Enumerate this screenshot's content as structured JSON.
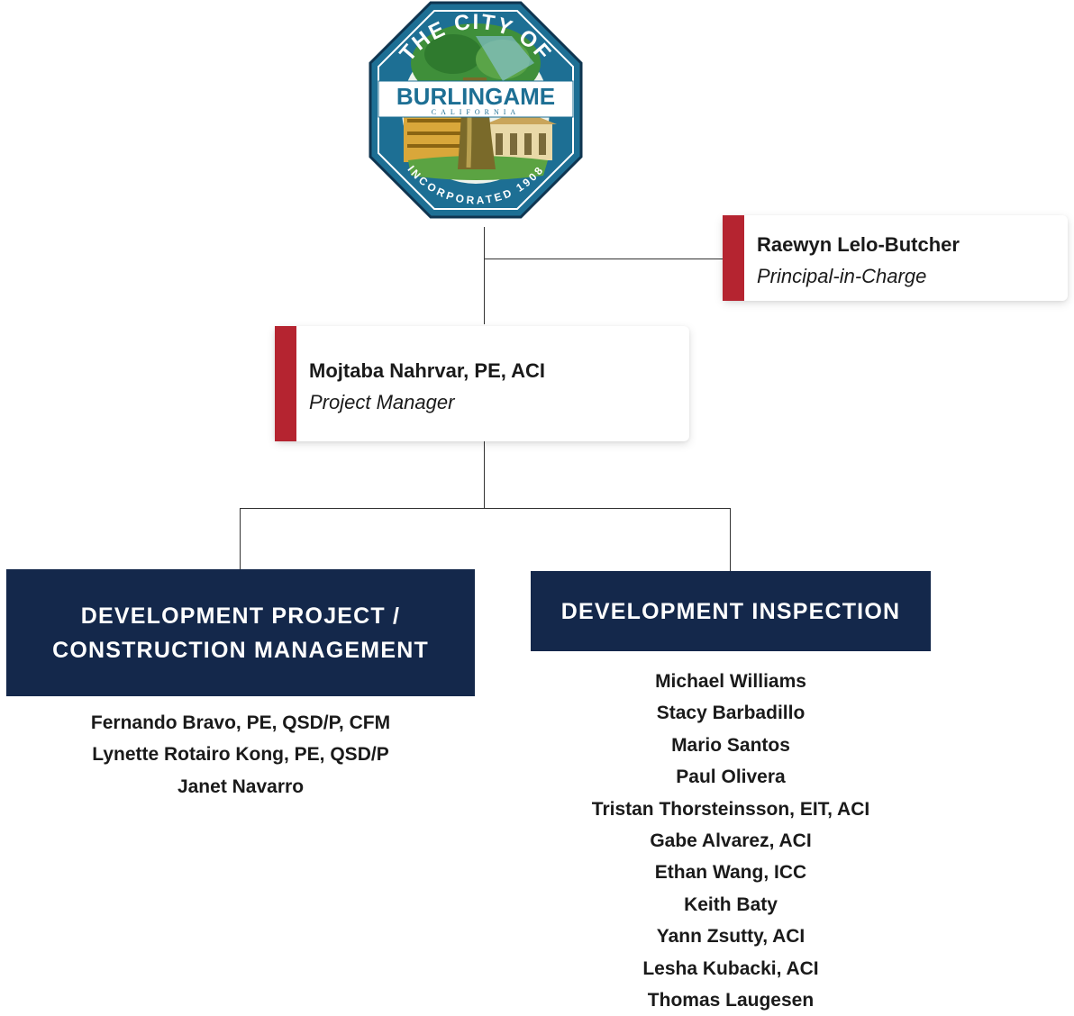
{
  "seal": {
    "top_text": "THE CITY OF",
    "city": "BURLINGAME",
    "state": "CALIFORNIA",
    "bottom_text": "INCORPORATED 1908"
  },
  "principal": {
    "name": "Raewyn Lelo-Butcher",
    "role": "Principal-in-Charge"
  },
  "manager": {
    "name": "Mojtaba Nahrvar, PE, ACI",
    "role": "Project Manager"
  },
  "teams": [
    {
      "title_lines": [
        "DEVELOPMENT PROJECT /",
        "CONSTRUCTION MANAGEMENT"
      ],
      "members": [
        "Fernando Bravo, PE, QSD/P, CFM",
        "Lynette Rotairo Kong, PE, QSD/P",
        "Janet Navarro"
      ]
    },
    {
      "title_lines": [
        "DEVELOPMENT INSPECTION"
      ],
      "members": [
        "Michael Williams",
        "Stacy Barbadillo",
        "Mario Santos",
        "Paul Olivera",
        "Tristan Thorsteinsson, EIT, ACI",
        "Gabe Alvarez, ACI",
        "Ethan Wang, ICC",
        "Keith Baty",
        "Yann Zsutty, ACI",
        "Lesha Kubacki, ACI",
        "Thomas Laugesen"
      ]
    }
  ],
  "colors": {
    "accent": "#b52430",
    "header_bg": "#14284b",
    "seal_blue": "#1d6f94"
  }
}
